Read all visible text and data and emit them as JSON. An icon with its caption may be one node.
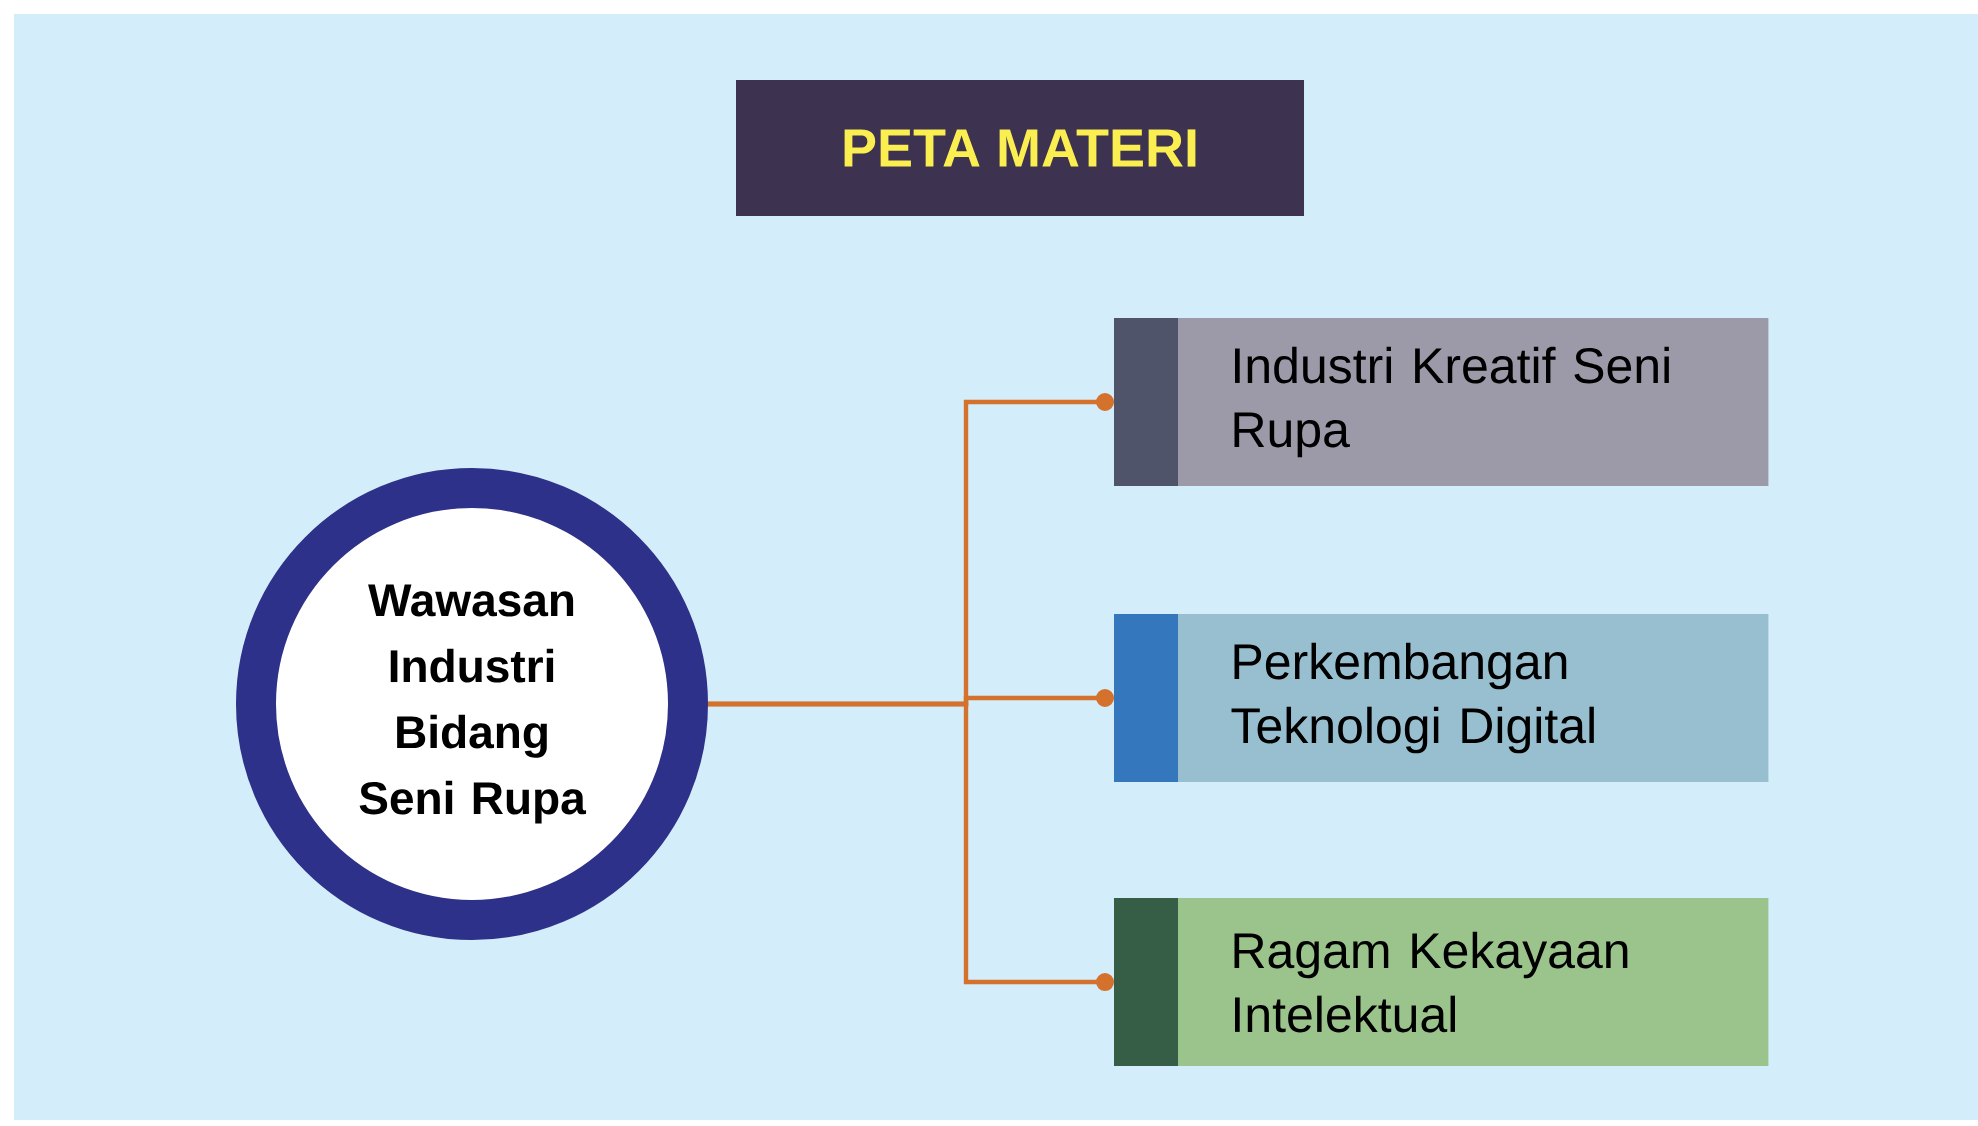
{
  "diagram": {
    "title": "PETA MATERI",
    "nodes": [
      {
        "text": [
          "Wawasan Industri Bidang Seni Rupa"
        ]
      },
      {
        "text": [
          "Industri Kreatif Seni Rupa"
        ]
      },
      {
        "text": [
          "Perkembangan Teknologi Digital"
        ]
      },
      {
        "text": [
          "Ragam Kekayaan Intelektual"
        ]
      }
    ],
    "edges": [
      {
        "from": 0,
        "to": 1,
        "arrow": "other"
      },
      {
        "from": 0,
        "to": 2,
        "arrow": "other"
      },
      {
        "from": 0,
        "to": 3,
        "arrow": "other"
      }
    ]
  }
}
